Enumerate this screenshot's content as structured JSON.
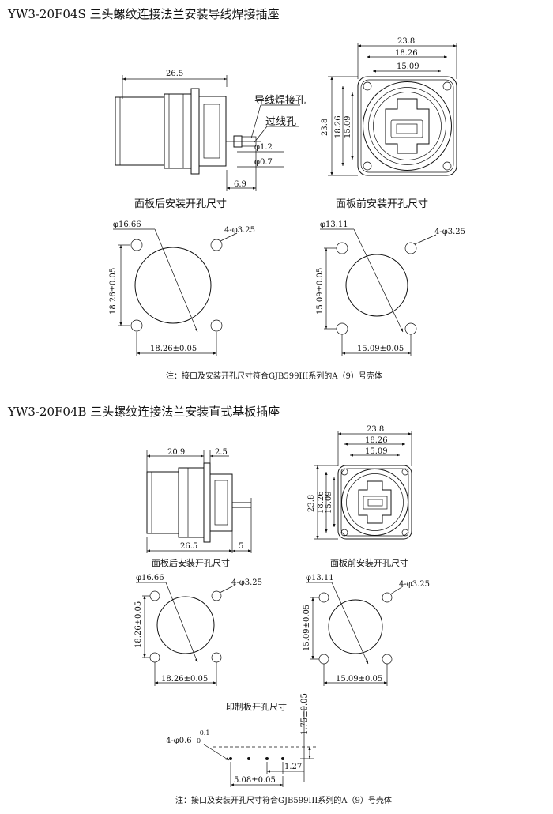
{
  "section1": {
    "title": "YW3-20F04S 三头螺纹连接法兰安装导线焊接插座",
    "side_view": {
      "overall_length": "26.5",
      "label_weld_hole": "导线焊接孔",
      "label_via_hole": "过线孔",
      "dia_outer": "φ1.2",
      "dia_inner": "φ0.7",
      "tail_length": "6.9"
    },
    "front_view": {
      "flange_width": "23.8",
      "hole_spacing": "18.26",
      "inner_spacing": "15.09",
      "v_flange": "23.8",
      "v_hole": "18.26",
      "v_inner": "15.09"
    },
    "caption_rear": "面板后安装开孔尺寸",
    "caption_front": "面板前安装开孔尺寸",
    "cutout_rear": {
      "diameter": "φ16.66",
      "holes": "4-φ3.25",
      "h_dim": "18.26±0.05",
      "v_dim": "18.26±0.05"
    },
    "cutout_front": {
      "diameter": "φ13.11",
      "holes": "4-φ3.25",
      "h_dim": "15.09±0.05",
      "v_dim": "15.09±0.05"
    },
    "note": "注：接口及安装开孔尺寸符合GJB599III系列的A（9）号壳体"
  },
  "section2": {
    "title": "YW3-20F04B 三头螺纹连接法兰安装直式基板插座",
    "side_view": {
      "front_length": "20.9",
      "flange_thickness": "2.5",
      "overall_length": "26.5",
      "tail_length": "5"
    },
    "front_view": {
      "flange_width": "23.8",
      "hole_spacing": "18.26",
      "inner_spacing": "15.09",
      "v_flange": "23.8",
      "v_hole": "18.26",
      "v_inner": "15.09"
    },
    "caption_rear": "面板后安装开孔尺寸",
    "caption_front": "面板前安装开孔尺寸",
    "cutout_rear": {
      "diameter": "φ16.66",
      "holes": "4-φ3.25",
      "h_dim": "18.26±0.05",
      "v_dim": "18.26±0.05"
    },
    "cutout_front": {
      "diameter": "φ13.11",
      "holes": "4-φ3.25",
      "h_dim": "15.09±0.05",
      "v_dim": "15.09±0.05"
    },
    "pcb": {
      "caption": "印制板开孔尺寸",
      "holes": "4-φ0.6",
      "tol_upper": "+0.1",
      "tol_lower": "0",
      "v_dim": "1.75±0.05",
      "pitch": "1.27",
      "span": "5.08±0.05"
    },
    "note": "注：接口及安装开孔尺寸符合GJB599III系列的A（9）号壳体"
  }
}
